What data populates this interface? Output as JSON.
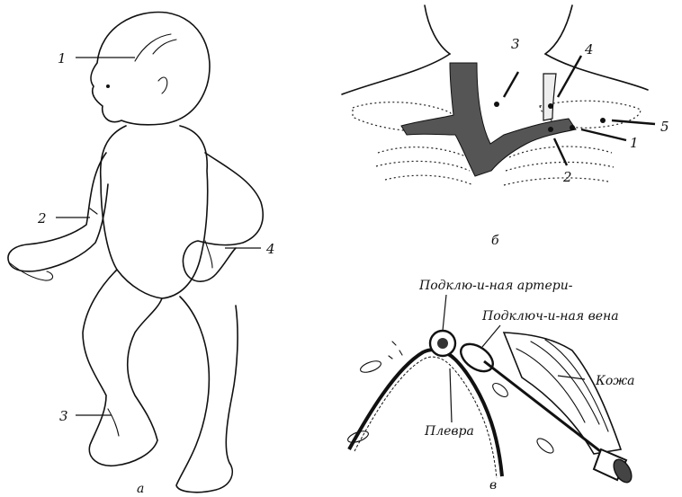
{
  "panel_a": {
    "caption": "а",
    "labels": [
      "1",
      "2",
      "3",
      "4"
    ]
  },
  "panel_b": {
    "caption": "б",
    "labels": [
      "1",
      "2",
      "3",
      "4",
      "5"
    ]
  },
  "panel_c": {
    "caption": "в",
    "labels": {
      "artery": "Подклю-и-ная артери-",
      "vein": "Подключ-и-ная вена",
      "skin": "Кожа",
      "pleura": "Плевра"
    }
  }
}
